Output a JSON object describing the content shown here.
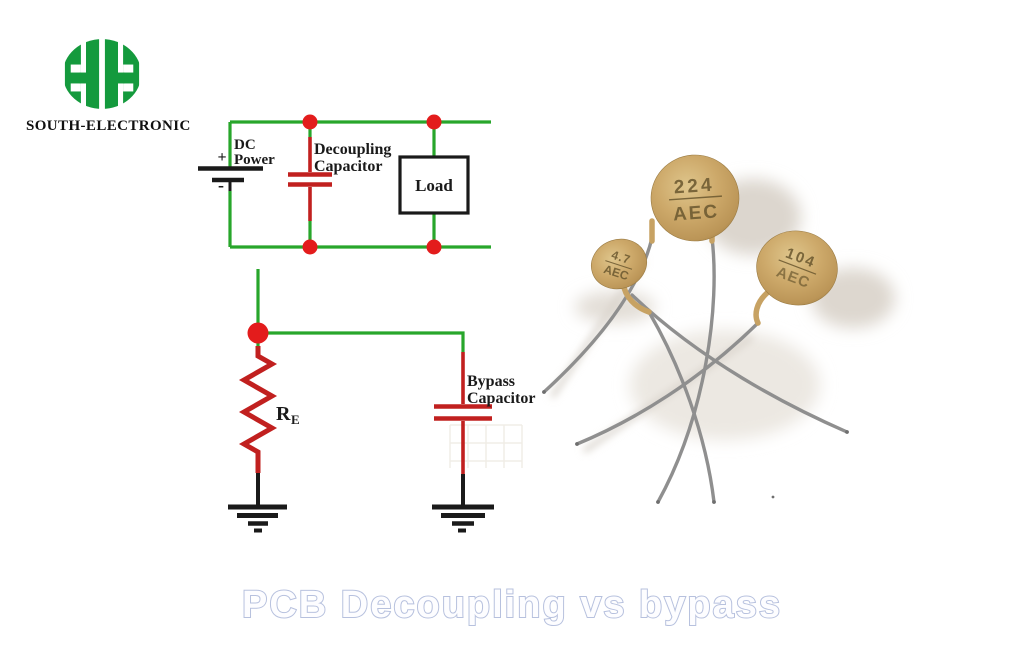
{
  "brand": {
    "name": "SOUTH-ELECTRONIC"
  },
  "diagram_top": {
    "battery_plus": "+",
    "battery_minus": "-",
    "source_line1": "DC",
    "source_line2": "Power",
    "cap_line1": "Decoupling",
    "cap_line2": "Capacitor",
    "load_label": "Load"
  },
  "diagram_bottom": {
    "resistor_symbol": "R",
    "resistor_subscript": "E",
    "cap_line1": "Bypass",
    "cap_line2": "Capacitor"
  },
  "photo": {
    "capacitors": [
      {
        "code": "224",
        "marking": "AEC"
      },
      {
        "code": "4.7",
        "marking": "AEC"
      },
      {
        "code": "104",
        "marking": "AEC"
      }
    ]
  },
  "caption": {
    "title": "PCB Decoupling vs bypass"
  },
  "colors": {
    "wire_green": "#28a62b",
    "component_red": "#c1201f",
    "junction_red": "#e31c1c",
    "ink_black": "#1a1a1a",
    "logo_green": "#149a3d",
    "caption_outline": "#b7c1de",
    "cap_marking": "#6d5a31"
  }
}
